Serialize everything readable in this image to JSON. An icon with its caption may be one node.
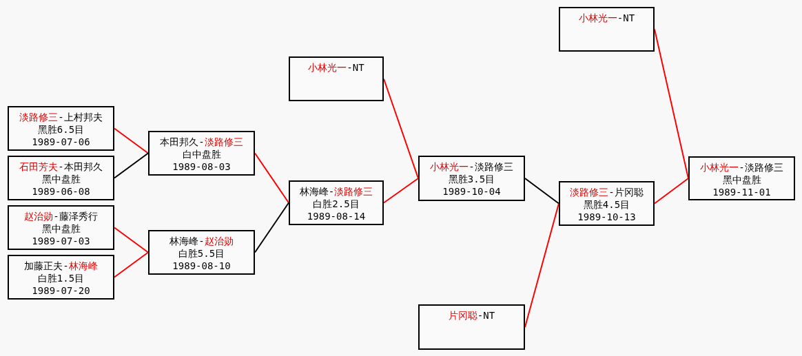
{
  "diagram": {
    "nodes": [
      {
        "text": [
          "**淡路修三**-上村邦夫",
          "黑胜6.5目",
          "1989-07-06"
        ]
      },
      {
        "text": [
          "**石田芳夫**-本田邦久",
          "黑中盘胜",
          "1989-06-08"
        ]
      },
      {
        "text": [
          "**赵治勋**-藤泽秀行",
          "黑中盘胜",
          "1989-07-03"
        ]
      },
      {
        "text": [
          "加藤正夫-**林海峰**",
          "白胜1.5目",
          "1989-07-20"
        ]
      },
      {
        "text": [
          "本田邦久-**淡路修三**",
          "白中盘胜",
          "1989-08-03"
        ]
      },
      {
        "text": [
          "林海峰-**赵治勋**",
          "白胜5.5目",
          "1989-08-10"
        ]
      },
      {
        "text": [
          "**小林光一**-NT"
        ]
      },
      {
        "text": [
          "林海峰-**淡路修三**",
          "白胜2.5目",
          "1989-08-14"
        ]
      },
      {
        "text": [
          "**小林光一**-淡路修三",
          "黑胜3.5目",
          "1989-10-04"
        ]
      },
      {
        "text": [
          "**片冈聪**-NT"
        ]
      },
      {
        "text": [
          "**小林光一**-NT"
        ]
      },
      {
        "text": [
          "**淡路修三**-片冈聪",
          "黑胜4.5目",
          "1989-10-13"
        ]
      },
      {
        "text": [
          "**小林光一**-淡路修三",
          "黑中盘胜",
          "1989-11-01"
        ]
      }
    ],
    "edges": [
      {
        "from": 0,
        "to": 4,
        "arrow": "none"
      },
      {
        "from": 1,
        "to": 4,
        "arrow": "none",
        "color": "#000000"
      },
      {
        "from": 2,
        "to": 5,
        "arrow": "none"
      },
      {
        "from": 3,
        "to": 5,
        "arrow": "none"
      },
      {
        "from": 4,
        "to": 7,
        "arrow": "none"
      },
      {
        "from": 5,
        "to": 7,
        "arrow": "none",
        "color": "#000000"
      },
      {
        "from": 6,
        "to": 8,
        "arrow": "none"
      },
      {
        "from": 7,
        "to": 8,
        "arrow": "none"
      },
      {
        "from": 8,
        "to": 11,
        "arrow": "none",
        "color": "#000000"
      },
      {
        "from": 9,
        "to": 11,
        "arrow": "none"
      },
      {
        "from": 10,
        "to": 12,
        "arrow": "none"
      },
      {
        "from": 11,
        "to": 12,
        "arrow": "none"
      }
    ]
  }
}
